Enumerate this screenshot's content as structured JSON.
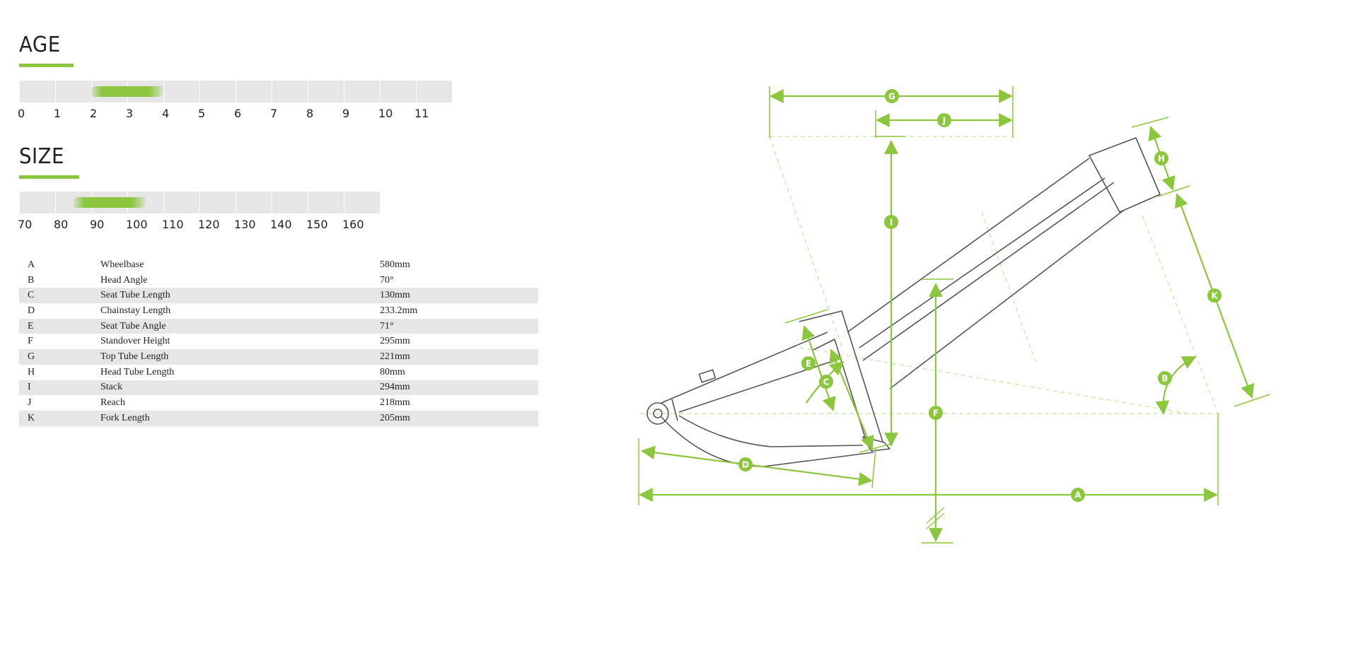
{
  "age": {
    "title": "AGE",
    "ticks": [
      "0",
      "1",
      "2",
      "3",
      "4",
      "5",
      "6",
      "7",
      "8",
      "9",
      "10",
      "11"
    ],
    "range": [
      2,
      4
    ]
  },
  "size": {
    "title": "SIZE",
    "ticks": [
      "70",
      "80",
      "90",
      "100",
      "110",
      "120",
      "130",
      "140",
      "150",
      "160"
    ],
    "range": [
      85,
      105
    ]
  },
  "geometry": [
    {
      "letter": "A",
      "name": "Wheelbase",
      "value": "580mm"
    },
    {
      "letter": "B",
      "name": "Head Angle",
      "value": "70°"
    },
    {
      "letter": "C",
      "name": "Seat Tube Length",
      "value": "130mm"
    },
    {
      "letter": "D",
      "name": "Chainstay Length",
      "value": "233.2mm"
    },
    {
      "letter": "E",
      "name": "Seat Tube Angle",
      "value": "71°"
    },
    {
      "letter": "F",
      "name": "Standover Height",
      "value": "295mm"
    },
    {
      "letter": "G",
      "name": "Top Tube Length",
      "value": "221mm"
    },
    {
      "letter": "H",
      "name": "Head Tube Length",
      "value": "80mm"
    },
    {
      "letter": "I",
      "name": "Stack",
      "value": "294mm"
    },
    {
      "letter": "J",
      "name": "Reach",
      "value": "218mm"
    },
    {
      "letter": "K",
      "name": "Fork Length",
      "value": "205mm"
    }
  ],
  "colors": {
    "accent": "#8cc63f",
    "frame": "#555555",
    "bar": "#e6e6e6"
  }
}
